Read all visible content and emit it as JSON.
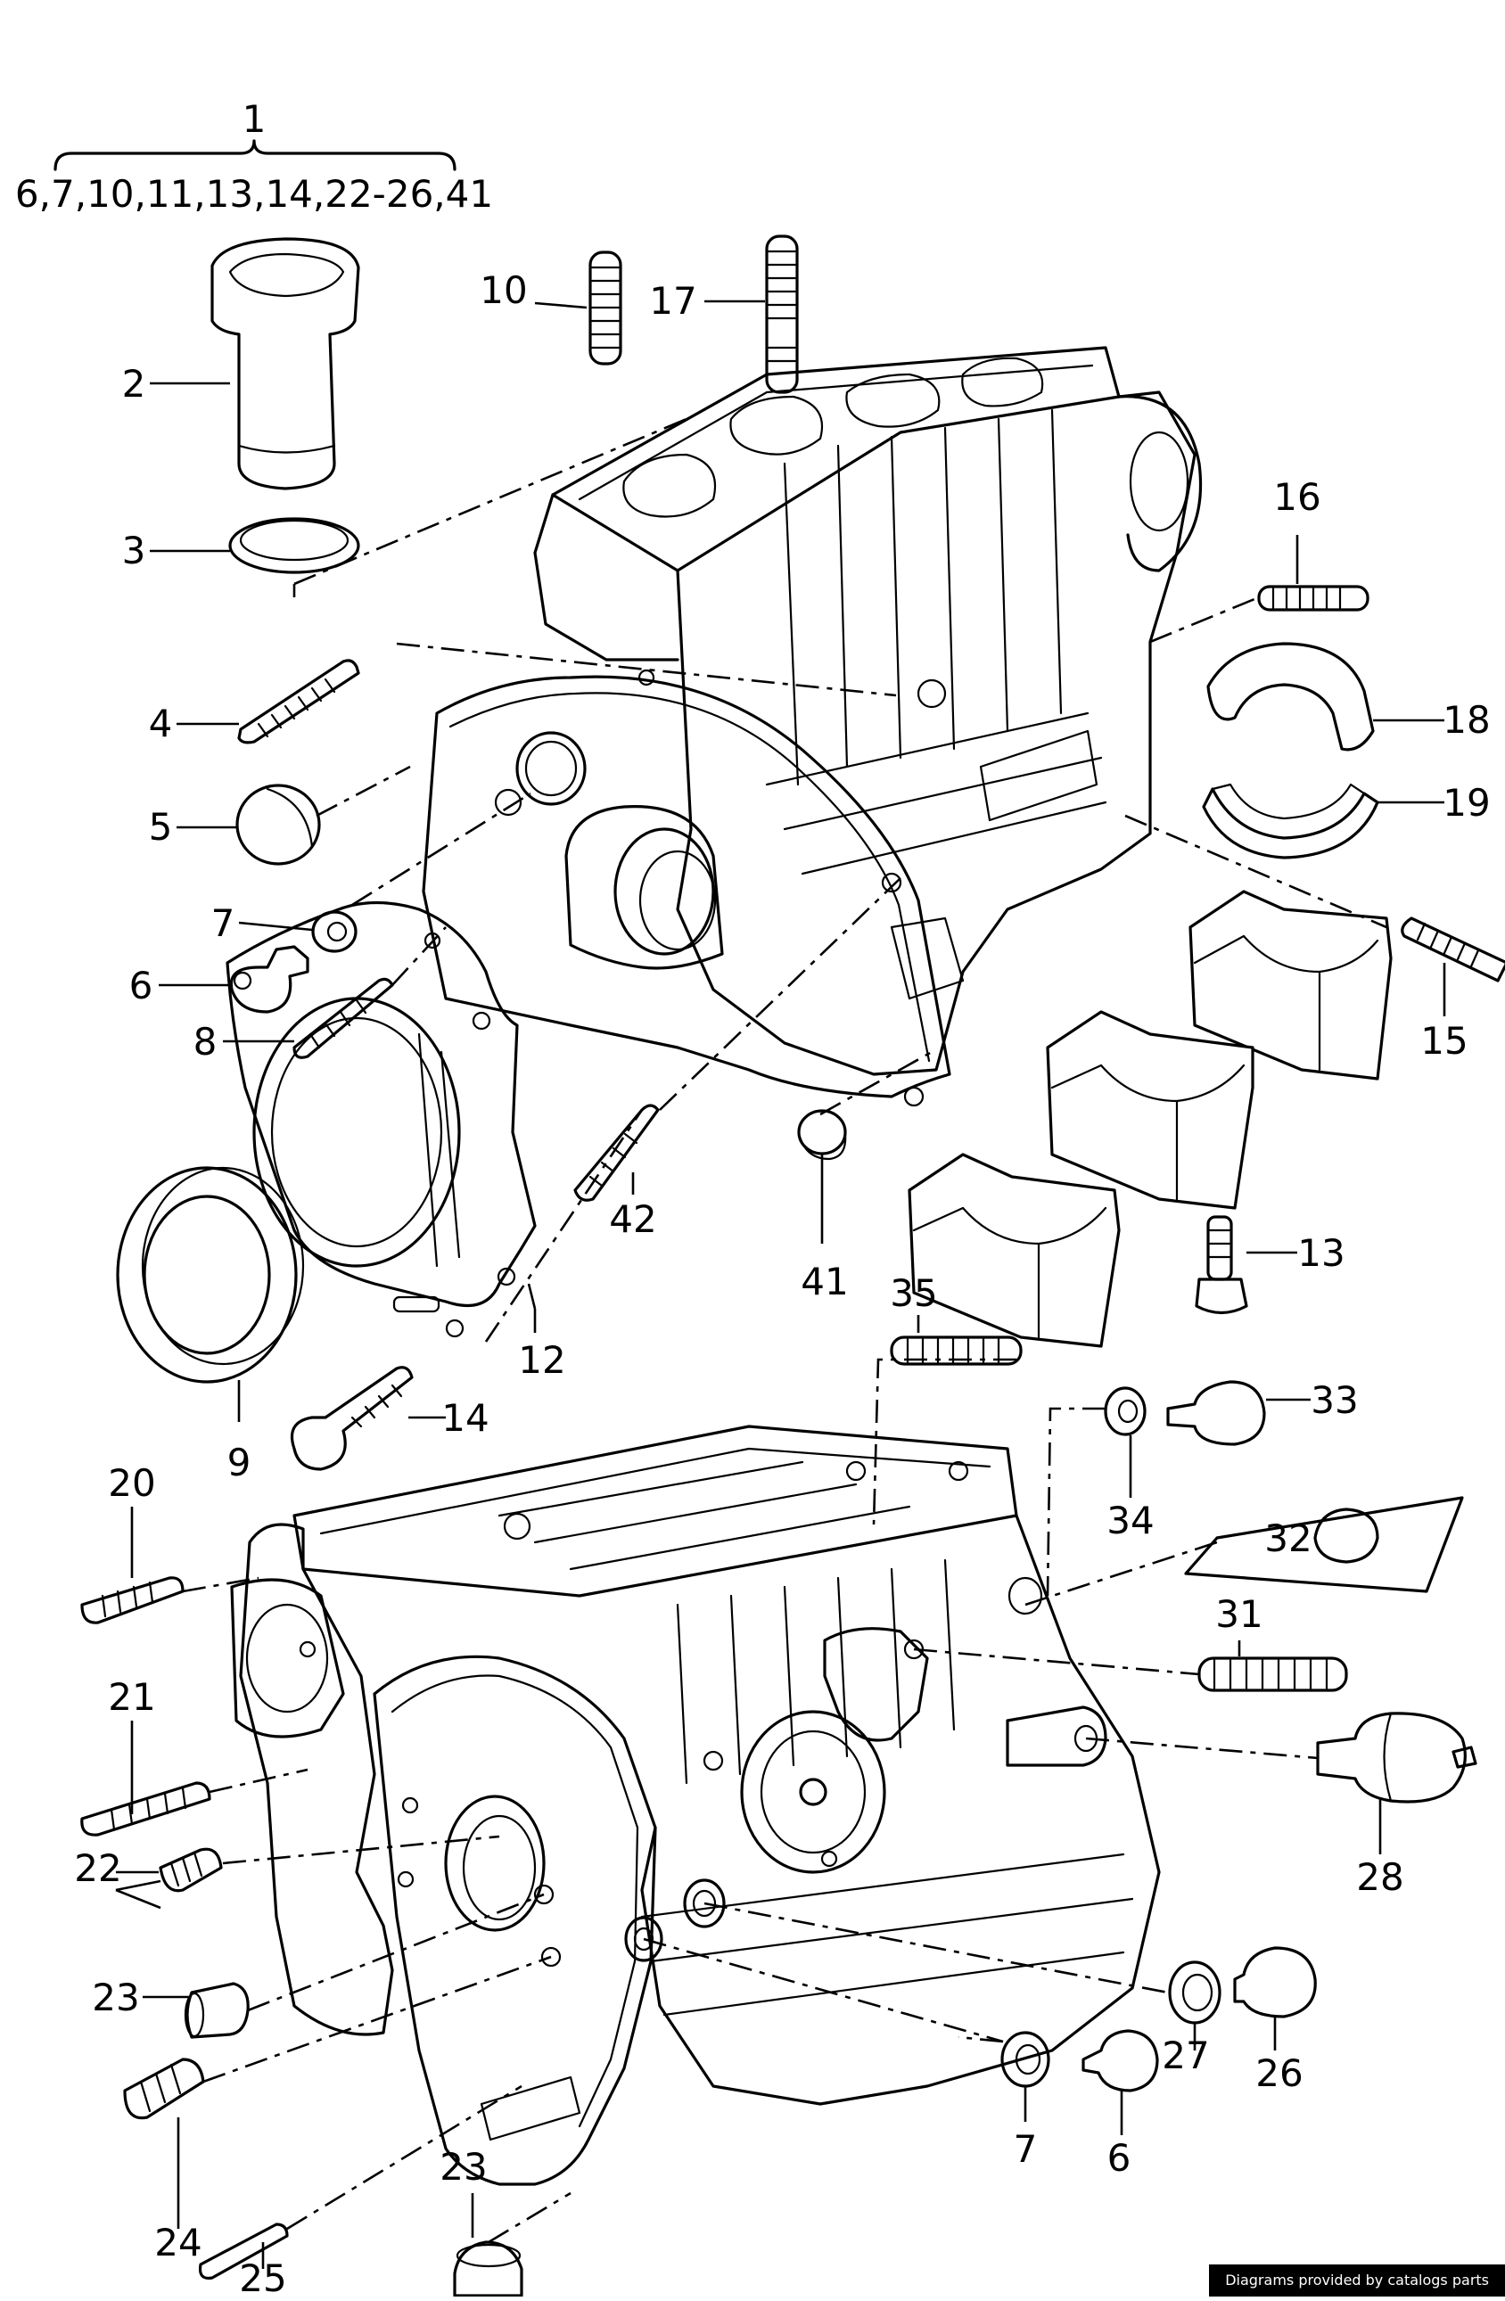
{
  "header": {
    "assembly_number": "1",
    "assembly_contents": "6,7,10,11,13,14,22-26,41"
  },
  "callouts": {
    "c2": "2",
    "c3": "3",
    "c4": "4",
    "c5": "5",
    "c6a": "6",
    "c7a": "7",
    "c8": "8",
    "c9": "9",
    "c10": "10",
    "c12": "12",
    "c13": "13",
    "c14": "14",
    "c15": "15",
    "c16": "16",
    "c17": "17",
    "c18": "18",
    "c19": "19",
    "c20": "20",
    "c21": "21",
    "c22": "22",
    "c23a": "23",
    "c23b": "23",
    "c24": "24",
    "c25": "25",
    "c26": "26",
    "c27": "27",
    "c28": "28",
    "c31": "31",
    "c32": "32",
    "c33": "33",
    "c34": "34",
    "c35": "35",
    "c41": "41",
    "c42": "42",
    "c6b": "6",
    "c7b": "7"
  },
  "footer": {
    "credit": "Diagrams provided by catalogs parts"
  }
}
